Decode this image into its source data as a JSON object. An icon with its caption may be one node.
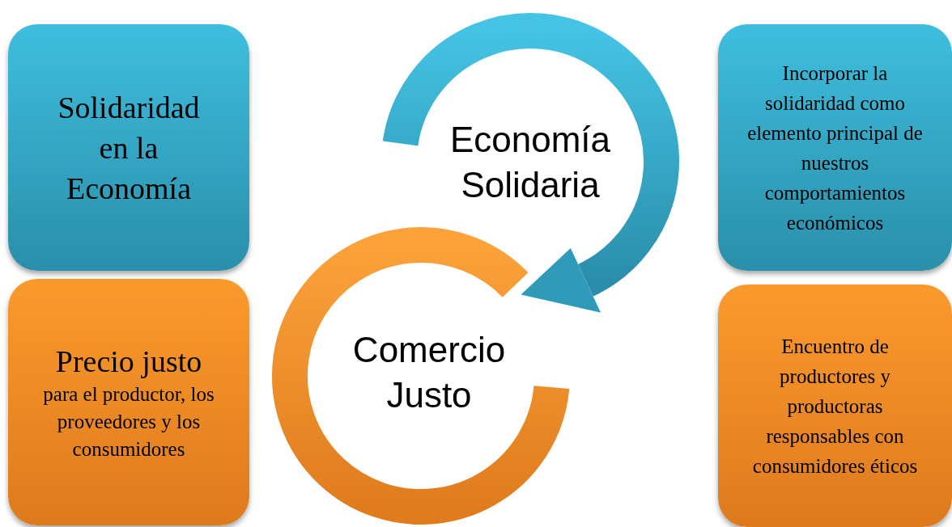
{
  "diagram": {
    "nodes": [
      {
        "text": [
          "Solidaridad en la Economía"
        ]
      },
      {
        "text": [
          "Economía Solidaria"
        ]
      },
      {
        "text": [
          "Incorporar la solidaridad como elemento principal de nuestros comportamientos económicos"
        ]
      },
      {
        "text": [
          "Precio justo",
          "para el productor, los proveedores y los consumidores"
        ]
      },
      {
        "text": [
          "Comercio Justo"
        ]
      },
      {
        "text": [
          "Encuentro de productores y productoras responsables con consumidores éticos"
        ]
      }
    ]
  }
}
